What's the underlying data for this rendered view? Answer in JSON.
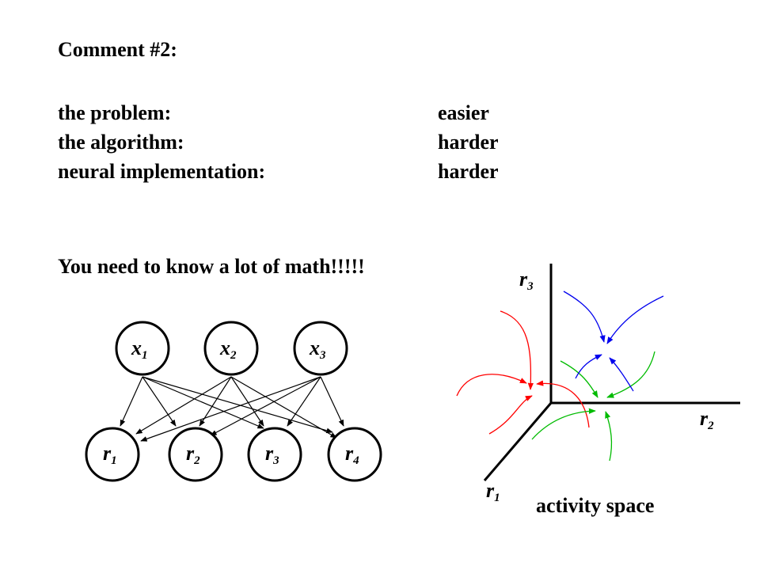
{
  "heading": "Comment #2:",
  "rows": [
    {
      "label": "the problem:",
      "value": "easier"
    },
    {
      "label": "the algorithm:",
      "value": "harder"
    },
    {
      "label": "neural implementation:",
      "value": "harder"
    }
  ],
  "note": "You need to know a lot of math!!!!!",
  "network": {
    "inputs": [
      {
        "base": "x",
        "sub": "1"
      },
      {
        "base": "x",
        "sub": "2"
      },
      {
        "base": "x",
        "sub": "3"
      }
    ],
    "outputs": [
      {
        "base": "r",
        "sub": "1"
      },
      {
        "base": "r",
        "sub": "2"
      },
      {
        "base": "r",
        "sub": "3"
      },
      {
        "base": "r",
        "sub": "4"
      }
    ]
  },
  "activity_space": {
    "axes": [
      {
        "base": "r",
        "sub": "1"
      },
      {
        "base": "r",
        "sub": "2"
      },
      {
        "base": "r",
        "sub": "3"
      }
    ],
    "caption": "activity space",
    "colors": {
      "red": "#ff0000",
      "green": "#00bb00",
      "blue": "#0000ee"
    }
  }
}
